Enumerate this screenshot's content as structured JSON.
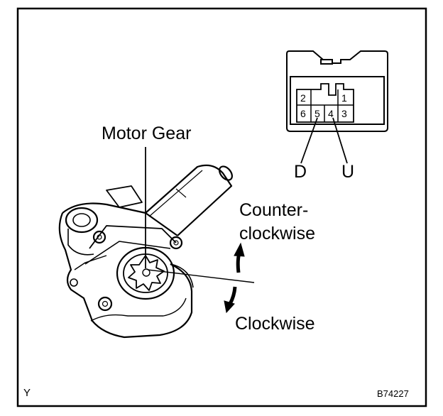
{
  "labels": {
    "motor_gear": "Motor Gear",
    "counter_line1": "Counter-",
    "counter_line2": "clockwise",
    "clockwise": "Clockwise",
    "terminal_d": "D",
    "terminal_u": "U",
    "corner_mark": "Y",
    "figure_code": "B74227"
  },
  "connector": {
    "pins": [
      "1",
      "2",
      "3",
      "4",
      "5",
      "6"
    ]
  },
  "colors": {
    "ink": "#000000",
    "paper": "#ffffff"
  }
}
